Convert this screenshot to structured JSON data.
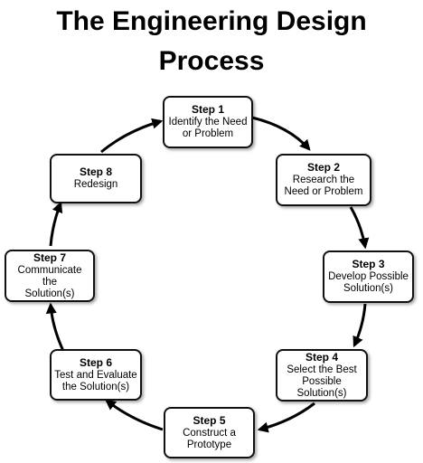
{
  "title": {
    "line1": "The Engineering Design",
    "line2": "Process"
  },
  "steps": [
    {
      "label": "Step 1",
      "text": "Identify the Need\nor Problem"
    },
    {
      "label": "Step 2",
      "text": "Research the\nNeed or Problem"
    },
    {
      "label": "Step 3",
      "text": "Develop Possible\nSolution(s)"
    },
    {
      "label": "Step 4",
      "text": "Select the Best\nPossible Solution(s)"
    },
    {
      "label": "Step 5",
      "text": "Construct a\nPrototype"
    },
    {
      "label": "Step 6",
      "text": "Test and Evaluate\nthe Solution(s)"
    },
    {
      "label": "Step 7",
      "text": "Communicate the\nSolution(s)"
    },
    {
      "label": "Step 8",
      "text": "Redesign"
    }
  ]
}
